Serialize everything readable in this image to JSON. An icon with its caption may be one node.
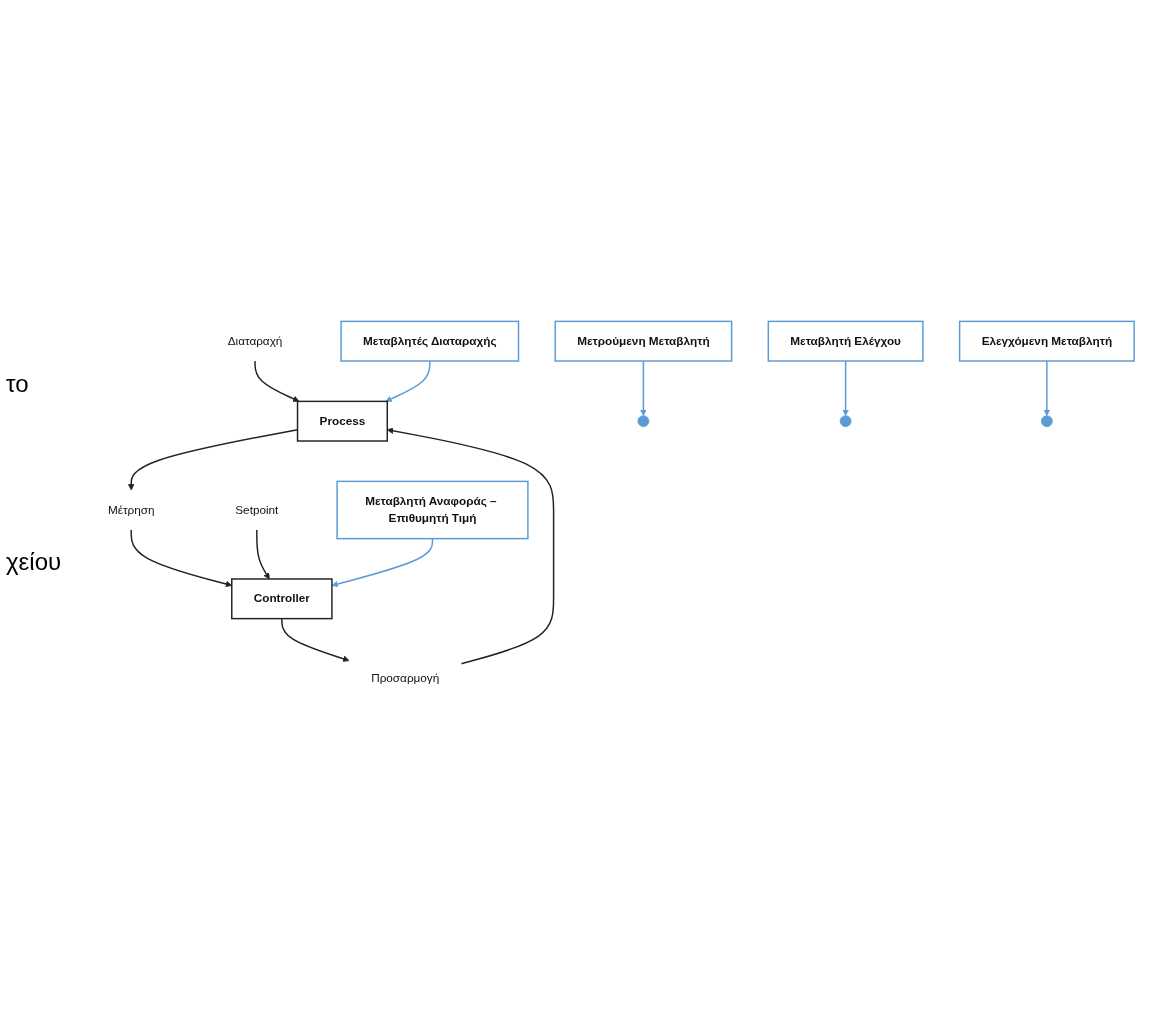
{
  "diagram": {
    "nodes": [
      {
        "text": [
          "Μεταβλητές Διαταραχής"
        ]
      },
      {
        "text": [
          "Μετρούμενη Μεταβλητή"
        ]
      },
      {
        "text": [
          "Διαταραχή"
        ]
      },
      {
        "text": [
          "Μεταβλητή Ελέγχου"
        ]
      },
      {
        "text": [
          "Process"
        ]
      },
      {
        "text": [
          "Προσαρμογή"
        ]
      },
      {
        "text": [
          "Μέτρηση"
        ]
      },
      {
        "text": [
          "Controller"
        ]
      },
      {
        "text": [
          "Ελεγχόμενη Μεταβλητή"
        ]
      },
      {
        "text": [
          "Setpoint"
        ]
      },
      {
        "text": [
          "Μεταβλητή Αναφοράς – Επιθυμητή Τιμή"
        ]
      }
    ],
    "edges": [
      {
        "from": 2,
        "to": 4,
        "arrow": "to"
      },
      {
        "from": 0,
        "to": 4,
        "arrow": "to",
        "color": "#5b9bd5"
      },
      {
        "from": 5,
        "to": 4,
        "arrow": "to"
      },
      {
        "from": 1,
        "to": null,
        "arrow": "to",
        "color": "#5b9bd5"
      },
      {
        "from": 4,
        "to": 6,
        "arrow": "to"
      },
      {
        "from": 3,
        "to": null,
        "arrow": "to",
        "color": "#5b9bd5"
      },
      {
        "from": 6,
        "to": 7,
        "arrow": "to"
      },
      {
        "from": 7,
        "to": 5,
        "arrow": "to"
      },
      {
        "from": 8,
        "to": null,
        "arrow": "to",
        "color": "#5b9bd5"
      },
      {
        "from": 9,
        "to": 7,
        "arrow": "to"
      },
      {
        "from": 10,
        "to": 7,
        "arrow": "to",
        "color": "#5b9bd5"
      }
    ],
    "labels": [
      "το",
      "χείου"
    ]
  }
}
